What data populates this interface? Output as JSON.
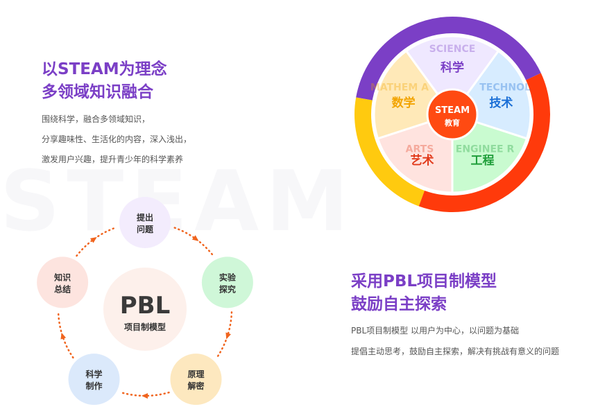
{
  "watermark": "STEAM",
  "steam": {
    "title": [
      "以STEAM为理念",
      "多领域知识融合"
    ],
    "description": [
      "围绕科学，融合多领域知识，",
      "分享趣味性、生活化的内容，深入浅出，",
      "激发用户兴趣，提升青少年的科学素养"
    ],
    "center": [
      "STEAM",
      "教育"
    ],
    "segments": [
      {
        "label": "科学",
        "bg": "SCIENCE",
        "fill": "#efe8ff",
        "color": "#7b3fc6"
      },
      {
        "label": "技术",
        "bg": "TECHNOL",
        "fill": "#d7ecff",
        "color": "#1b6fd6"
      },
      {
        "label": "工程",
        "bg": "ENGINEE R",
        "fill": "#c9fbd0",
        "color": "#1f9e3a"
      },
      {
        "label": "艺术",
        "bg": "ARTS",
        "fill": "#ffe3df",
        "color": "#e13a1b"
      },
      {
        "label": "数学",
        "bg": "MATHEM A",
        "fill": "#ffe9b8",
        "color": "#f2a400"
      }
    ],
    "colors": {
      "purple": "#7b3fc6",
      "red": "#ff3a0b",
      "yellow": "#ffca0f",
      "center": "#ff4a12"
    }
  },
  "pbl": {
    "title": [
      "采用PBL项目制模型",
      "鼓励自主探索"
    ],
    "description": [
      "PBL项目制模型 以用户为中心，以问题为基础",
      "提倡主动思考，鼓励自主探索，解决有挑战有意义的问题"
    ],
    "center": [
      "PBL",
      "项目制模型"
    ],
    "nodes": [
      {
        "lines": [
          "提出",
          "问题"
        ],
        "fill": "#f3ecfd"
      },
      {
        "lines": [
          "实验",
          "探究"
        ],
        "fill": "#cff7d8"
      },
      {
        "lines": [
          "原理",
          "解密"
        ],
        "fill": "#fde8bf"
      },
      {
        "lines": [
          "科学",
          "制作"
        ],
        "fill": "#dbe9fb"
      },
      {
        "lines": [
          "知识",
          "总结"
        ],
        "fill": "#fde4df"
      }
    ],
    "arrow_color": "#f0641e"
  }
}
